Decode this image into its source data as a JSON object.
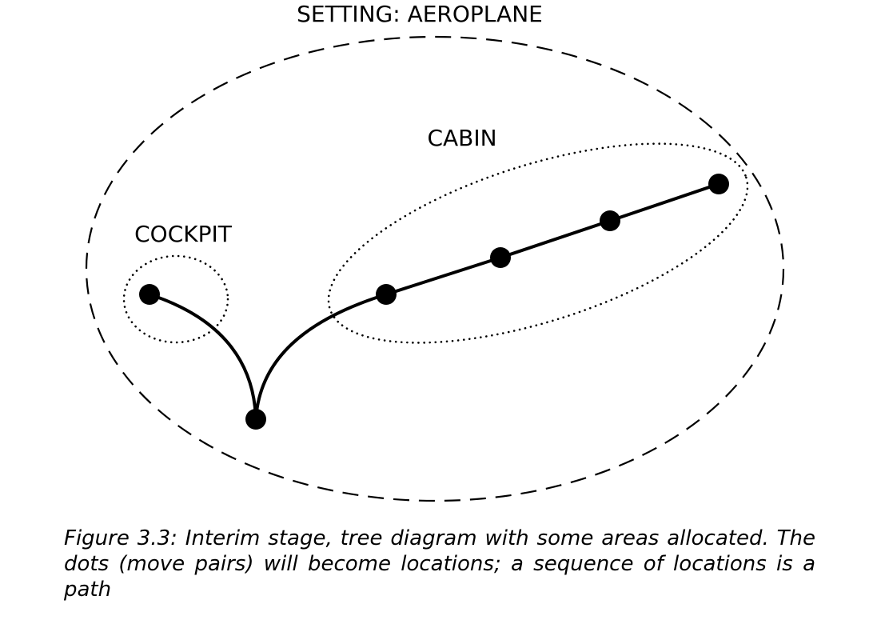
{
  "diagram": {
    "labels": {
      "setting": "SETTING: AEROPLANE",
      "cabin": "CABIN",
      "cockpit": "COCKPIT"
    }
  },
  "caption": {
    "number": "Figure 3.3:",
    "text": "Interim stage, tree diagram with some areas allocated. The dots (move pairs) will become locations; a sequence of locations is a path"
  }
}
